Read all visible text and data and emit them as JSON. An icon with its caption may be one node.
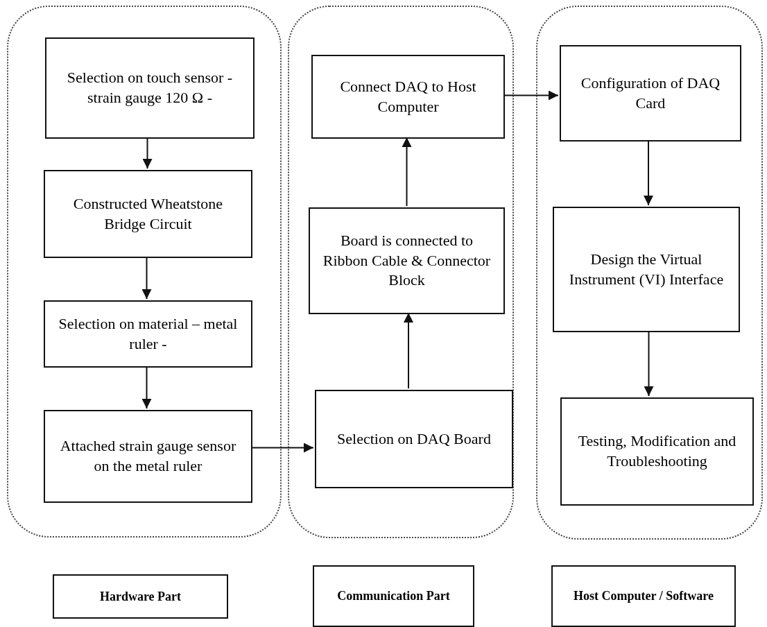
{
  "diagram": {
    "nodes": [
      {
        "text": [],
        "shape": "box"
      },
      {
        "text": [
          "Selection on touch sensor -strain gauge 120 Ω -"
        ],
        "in": 0
      },
      {
        "text": [
          "Constructed Wheatstone Bridge Circuit"
        ],
        "in": 0
      },
      {
        "text": [
          "Selection on material – metal ruler -"
        ],
        "in": 0
      },
      {
        "text": [
          "Attached strain gauge sensor on the metal ruler"
        ],
        "in": 0
      },
      {
        "text": [],
        "shape": "box"
      },
      {
        "text": [
          "Connect DAQ to Host Computer"
        ],
        "in": 5
      },
      {
        "text": [
          "Board is connected to Ribbon Cable & Connector Block"
        ],
        "in": 5
      },
      {
        "text": [
          "Selection on DAQ Board"
        ],
        "in": 5
      },
      {
        "text": [],
        "shape": "box"
      },
      {
        "text": [
          "Configuration of DAQ Card"
        ],
        "in": 9
      },
      {
        "text": [
          "Design the Virtual Instrument (VI) Interface"
        ],
        "in": 9
      },
      {
        "text": [
          "Testing, Modification and Troubleshooting"
        ],
        "in": 9
      },
      {
        "text": [
          "Hardware Part"
        ]
      },
      {
        "text": [
          "Communication Part"
        ]
      },
      {
        "text": [
          "Host Computer / Software"
        ]
      }
    ],
    "edges": [
      {
        "from": 1,
        "to": 2,
        "arrow": "to"
      },
      {
        "from": 2,
        "to": 3,
        "arrow": "to"
      },
      {
        "from": 3,
        "to": 4,
        "arrow": "to"
      },
      {
        "from": 4,
        "to": 8,
        "arrow": "to"
      },
      {
        "from": 8,
        "to": 7,
        "arrow": "to"
      },
      {
        "from": 7,
        "to": 6,
        "arrow": "to"
      },
      {
        "from": 6,
        "to": 10,
        "arrow": "to"
      },
      {
        "from": 10,
        "to": 11,
        "arrow": "to"
      },
      {
        "from": 11,
        "to": 12,
        "arrow": "to"
      }
    ]
  }
}
